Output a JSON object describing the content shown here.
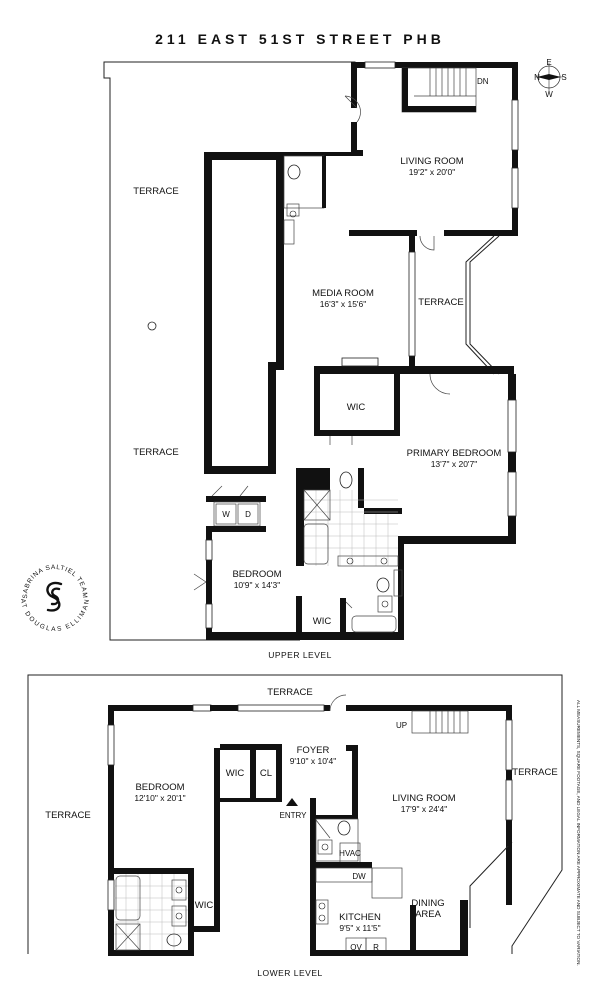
{
  "title": "211 EAST 51ST STREET PHB",
  "levels": {
    "upper": "UPPER LEVEL",
    "lower": "LOWER LEVEL"
  },
  "upper_rooms": {
    "terrace_top": "TERRACE",
    "terrace_bottom": "TERRACE",
    "living_name": "LIVING ROOM",
    "living_dim": "19'2\" x 20'0\"",
    "media_name": "MEDIA ROOM",
    "media_dim": "16'3\" x 15'6\"",
    "terrace_mid": "TERRACE",
    "wic_primary": "WIC",
    "primary_name": "PRIMARY BEDROOM",
    "primary_dim": "13'7\" x 20'7\"",
    "washer": "W",
    "dryer": "D",
    "bedroom_name": "BEDROOM",
    "bedroom_dim": "10'9\" x 14'3\"",
    "wic_bedroom": "WIC",
    "stair_dn": "DN"
  },
  "lower_rooms": {
    "terrace_top": "TERRACE",
    "terrace_left": "TERRACE",
    "terrace_right": "TERRACE",
    "bedroom_name": "BEDROOM",
    "bedroom_dim": "12'10\" x 20'1\"",
    "wic_1": "WIC",
    "closet": "CL",
    "foyer_name": "FOYER",
    "foyer_dim": "9'10\" x 10'4\"",
    "entry": "ENTRY",
    "living_name": "LIVING ROOM",
    "living_dim": "17'9\" x 24'4\"",
    "hvac": "HVAC",
    "dw": "DW",
    "kitchen_name": "KITCHEN",
    "kitchen_dim": "9'5\" x 11'5\"",
    "dining_name": "DINING",
    "dining_name2": "AREA",
    "wic_bath": "WIC",
    "ov": "OV",
    "r": "R",
    "stair_up": "UP"
  },
  "compass": {
    "n": "N",
    "e": "E",
    "s": "S",
    "w": "W"
  },
  "logo": {
    "top_text": "SABRINA SALTIEL TEAM",
    "bottom_text": "AT DOUGLAS ELLIMAN"
  },
  "disclaimer": "ALL MEASUREMENTS, SQUARE FOOTAGE, AND LEGAL INFORMATION ARE APPROXIMATE AND SUBJECT TO VARIATION."
}
